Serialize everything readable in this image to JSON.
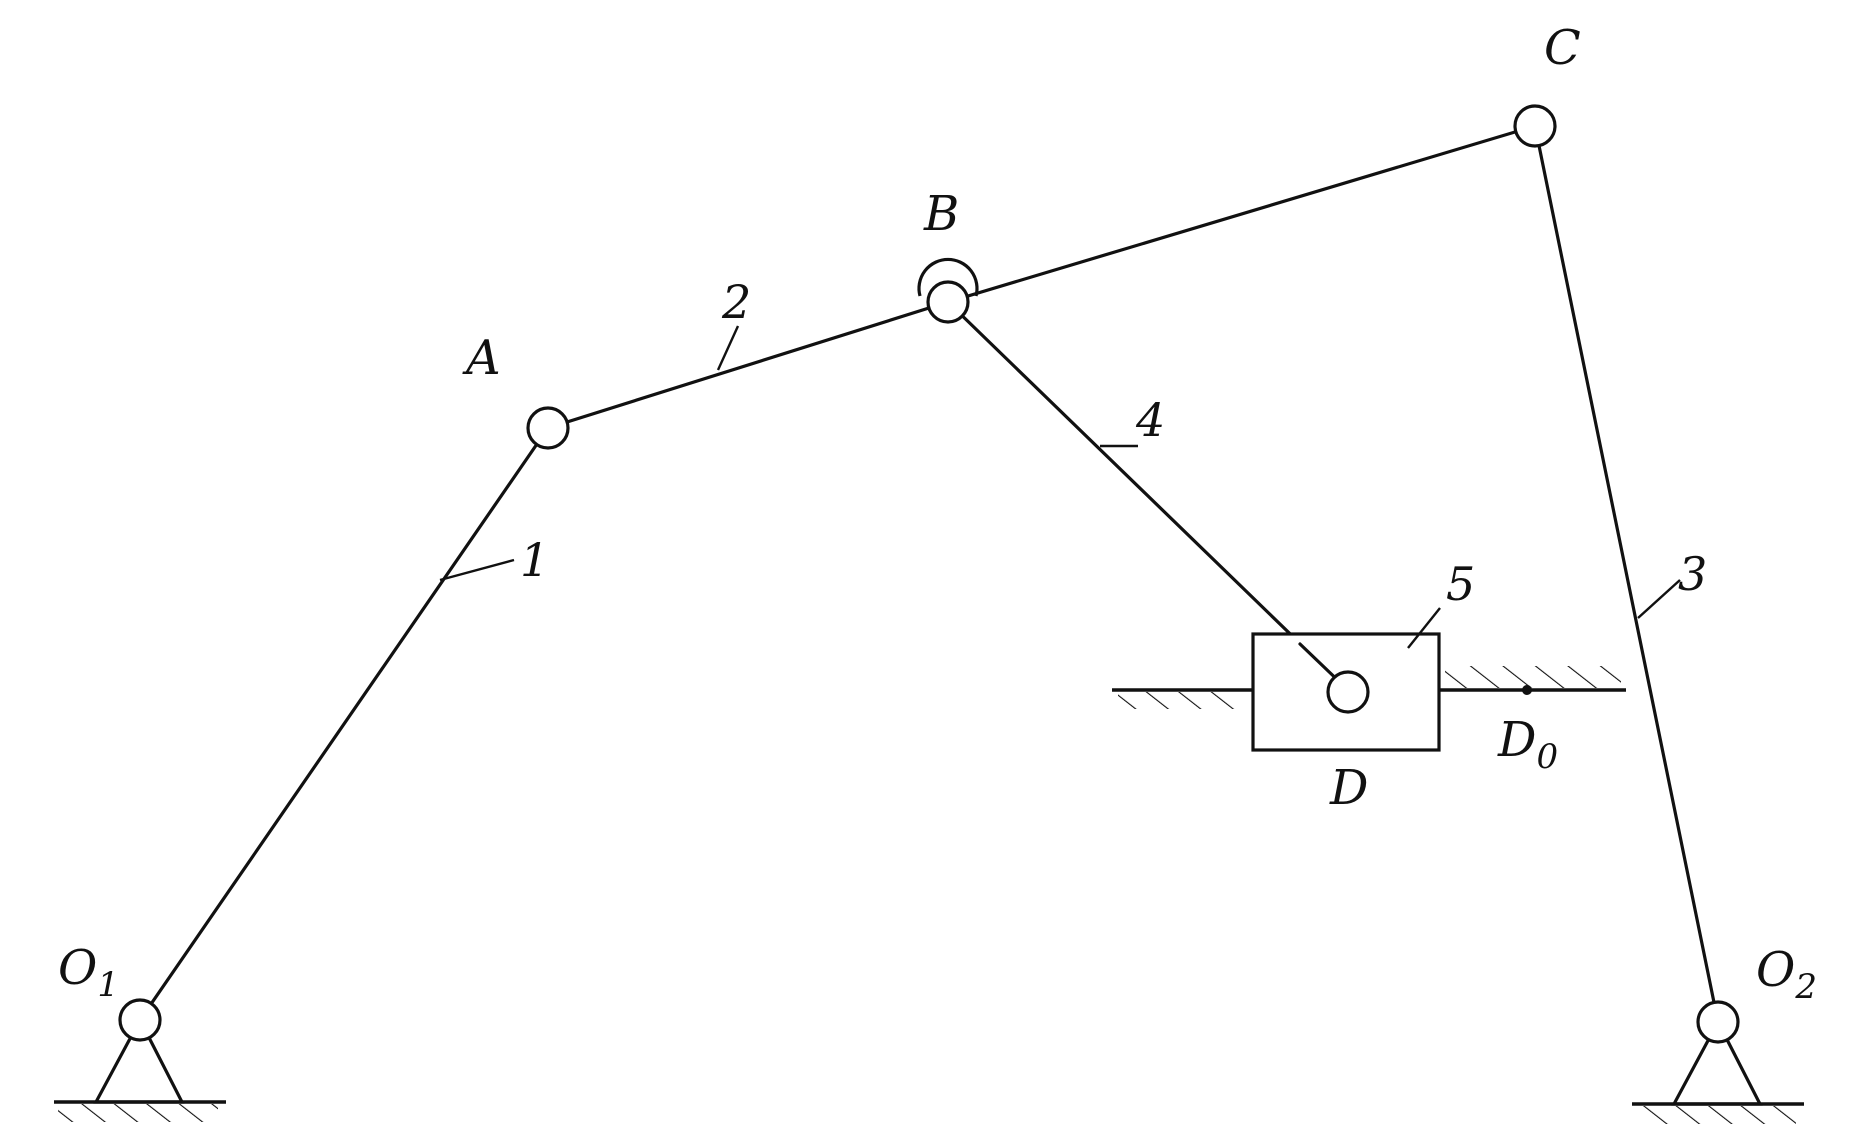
{
  "points": {
    "A": "A",
    "B": "B",
    "C": "C",
    "D": "D",
    "D0": {
      "letter": "D",
      "sub": "0"
    },
    "O1": {
      "letter": "O",
      "sub": "1"
    },
    "O2": {
      "letter": "O",
      "sub": "2"
    }
  },
  "links": {
    "l1": "1",
    "l2": "2",
    "l3": "3",
    "l4": "4",
    "l5": "5"
  }
}
